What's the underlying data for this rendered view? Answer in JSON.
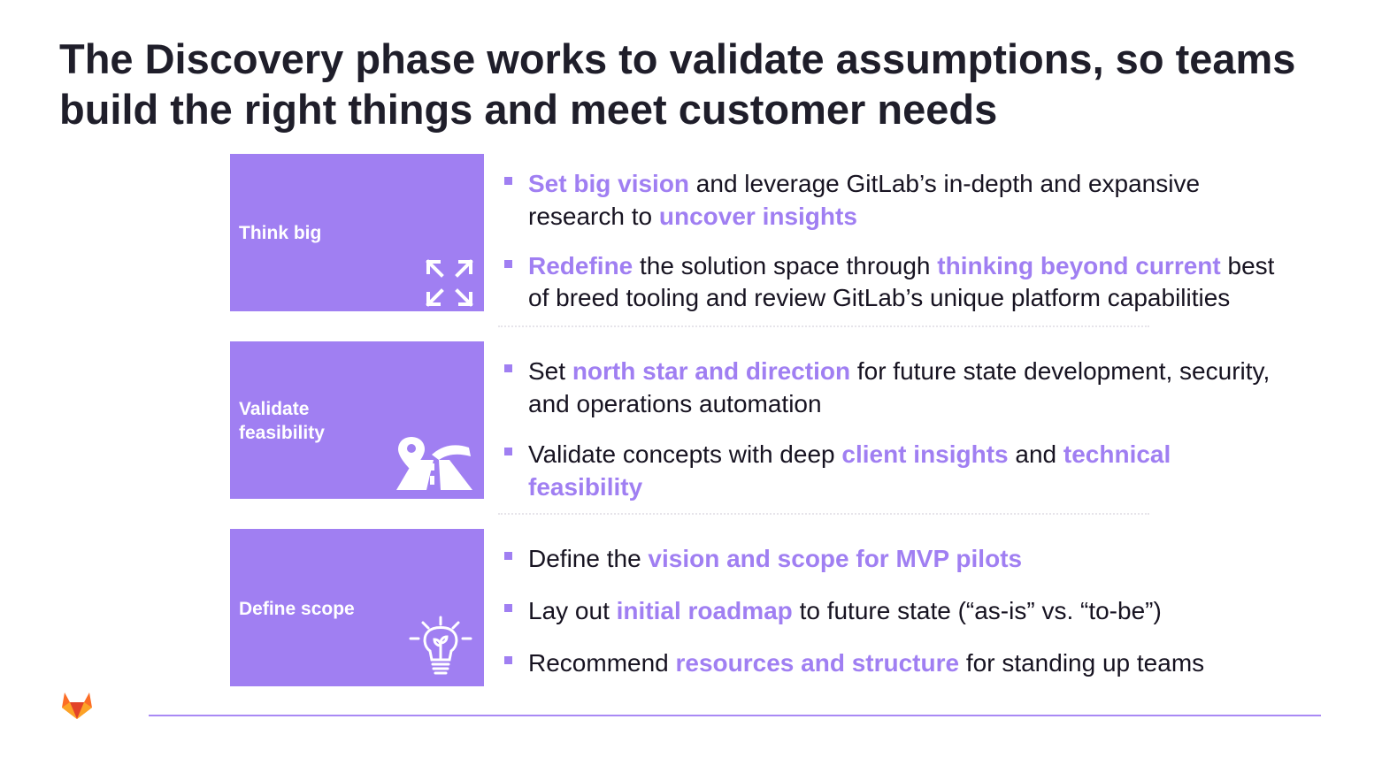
{
  "title": "The Discovery phase works to validate assumptions, so teams build the right things and meet customer needs",
  "sections": [
    {
      "label": "Think big",
      "icon": "expand-arrows-icon"
    },
    {
      "label": "Validate feasibility",
      "icon": "road-map-pin-icon"
    },
    {
      "label": "Define scope",
      "icon": "lightbulb-icon"
    }
  ],
  "bullets": [
    {
      "p1": "Set big vision",
      "p2": " and leverage GitLab’s in-depth and expansive research to ",
      "p3": "uncover insights",
      "p4": ""
    },
    {
      "p1": "Redefine",
      "p2": " the solution space through ",
      "p3": "thinking beyond current",
      "p4": " best of breed tooling and review GitLab’s unique platform capabilities"
    },
    {
      "p1": "Set ",
      "p2": "north star and direction",
      "p3": " for future state development, security, and operations automation"
    },
    {
      "p1": "Validate concepts with deep ",
      "p2": "client insights",
      "p3": " and ",
      "p4": "technical feasibility"
    },
    {
      "p1": "Define the ",
      "p2": "vision and scope for MVP pilots"
    },
    {
      "p1": "Lay out ",
      "p2": "initial roadmap",
      "p3": " to future state (“as-is” vs. “to-be”)"
    },
    {
      "p1": "Recommend ",
      "p2": "resources and structure",
      "p3": " for standing up teams"
    }
  ],
  "colors": {
    "accent": "#a07ff2",
    "text": "#171321",
    "logo": "#e24329"
  },
  "logo": "gitlab-logo-icon"
}
